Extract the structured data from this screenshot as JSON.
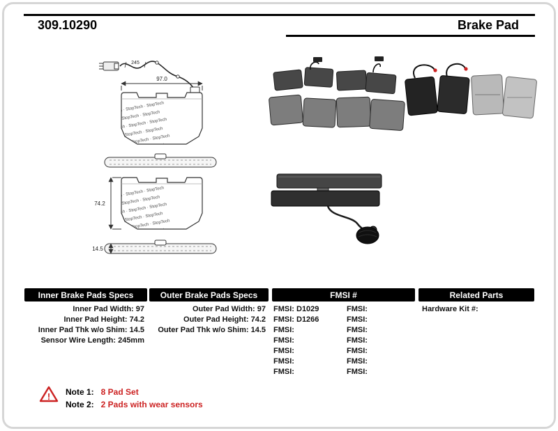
{
  "header": {
    "part_number": "309.10290",
    "product_title": "Brake Pad"
  },
  "diagram": {
    "brand_pattern": "StopTech · StopTech · StopTech",
    "sensor_wire_length": "245",
    "pad_width": "97.0",
    "pad_height": "74.2",
    "pad_thickness": "14.5"
  },
  "spec_tables": {
    "inner": {
      "title": "Inner Brake Pads Specs",
      "rows": [
        "Inner Pad Width: 97",
        "Inner Pad Height: 74.2",
        "Inner Pad Thk w/o Shim: 14.5",
        "Sensor Wire Length: 245mm"
      ]
    },
    "outer": {
      "title": "Outer Brake Pads Specs",
      "rows": [
        "Outer Pad Width: 97",
        "Outer Pad Height: 74.2",
        "Outer Pad Thk w/o Shim: 14.5"
      ]
    },
    "fmsi": {
      "title": "FMSI #",
      "left_column": [
        "FMSI: D1029",
        "FMSI: D1266",
        "FMSI:",
        "FMSI:",
        "FMSI:",
        "FMSI:",
        "FMSI:"
      ],
      "right_column": [
        "FMSI:",
        "FMSI:",
        "FMSI:",
        "FMSI:",
        "FMSI:",
        "FMSI:",
        "FMSI:"
      ]
    },
    "related": {
      "title": "Related Parts",
      "rows": [
        "Hardware Kit #:"
      ]
    }
  },
  "notes": {
    "warning_glyph": "!",
    "note1_label": "Note 1:",
    "note1_text": "8 Pad Set",
    "note2_label": "Note 2:",
    "note2_text": "2 Pads with wear sensors"
  },
  "colors": {
    "accent_red": "#cc2222",
    "table_header_bg": "#000000",
    "table_header_text": "#ffffff"
  }
}
